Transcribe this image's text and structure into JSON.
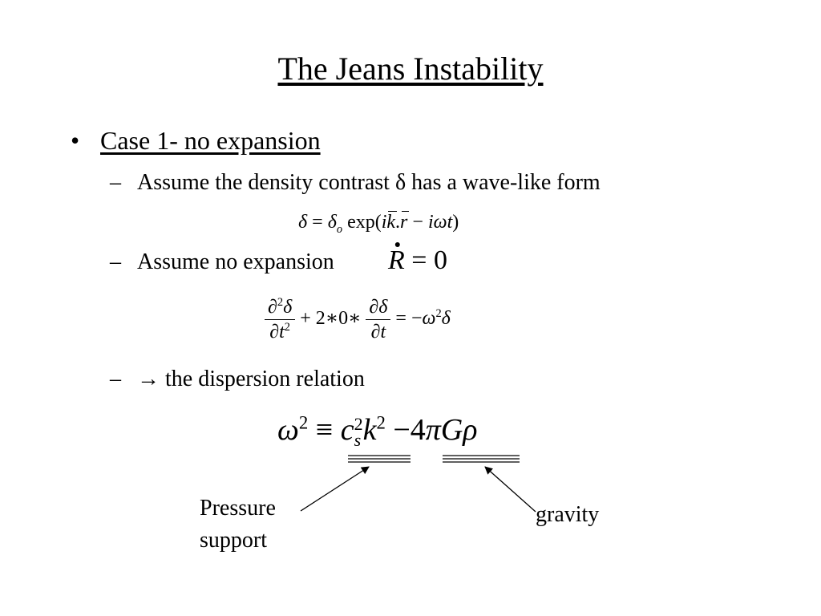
{
  "slide": {
    "title": "The Jeans Instability",
    "bullet": {
      "symbol": "•",
      "text": "Case 1- no expansion"
    },
    "items": [
      {
        "dash": "–",
        "text": "Assume the density contrast δ has a wave-like form"
      },
      {
        "dash": "–",
        "text": "Assume no expansion"
      },
      {
        "dash": "–",
        "text": "the dispersion relation"
      }
    ],
    "arrow_symbol": "→",
    "equations": {
      "wave_form": {
        "lhs": "δ",
        "eq": "=",
        "delta": "δ",
        "delta_sub": "o",
        "exp_open": "exp(",
        "i": "i",
        "k": "k",
        "dot": ".",
        "r": "r",
        "minus": "−",
        "i2": "i",
        "omega": "ω",
        "t": "t",
        "close": ")"
      },
      "no_expansion": {
        "R": "R",
        "eq": "=",
        "zero": "0"
      },
      "wave_eq": {
        "d1": "∂",
        "sup2": "2",
        "delta": "δ",
        "dt": "∂t",
        "sup2b": "2",
        "plus": "+",
        "two": "2",
        "star": "∗",
        "zero": "0",
        "star2": "∗",
        "d2": "∂δ",
        "dt2": "∂t",
        "eq": "=",
        "neg": "−",
        "omega": "ω",
        "sup2c": "2",
        "delta2": "δ"
      },
      "dispersion": {
        "omega": "ω",
        "sup2": "2",
        "equiv": "≡",
        "c": "c",
        "c_sup": "2",
        "c_sub": "s",
        "k": "k",
        "k_sup": "2",
        "minus": "−",
        "four": "4",
        "pi": "π",
        "G": "G",
        "rho": "ρ"
      }
    },
    "labels": {
      "pressure": [
        "Pressure",
        "support"
      ],
      "gravity": "gravity"
    }
  }
}
